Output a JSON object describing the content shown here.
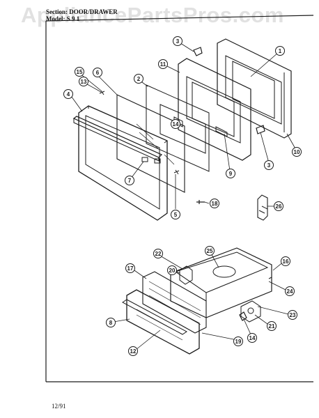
{
  "header": {
    "section": "Section: DOOR/DRAWER",
    "model": "Model: S 9 1"
  },
  "watermark": "AppliancePartsPros.com",
  "footer": {
    "date_code": "12/91"
  },
  "callouts": [
    "1",
    "2",
    "3",
    "3",
    "4",
    "5",
    "6",
    "7",
    "8",
    "9",
    "10",
    "11",
    "12",
    "13",
    "14",
    "14",
    "15",
    "16",
    "17",
    "18",
    "19",
    "20",
    "21",
    "22",
    "23",
    "24",
    "25",
    "26"
  ],
  "colors": {
    "ink": "#1a1a1a",
    "paper": "#ffffff",
    "watermark": "#c8c8c8"
  }
}
